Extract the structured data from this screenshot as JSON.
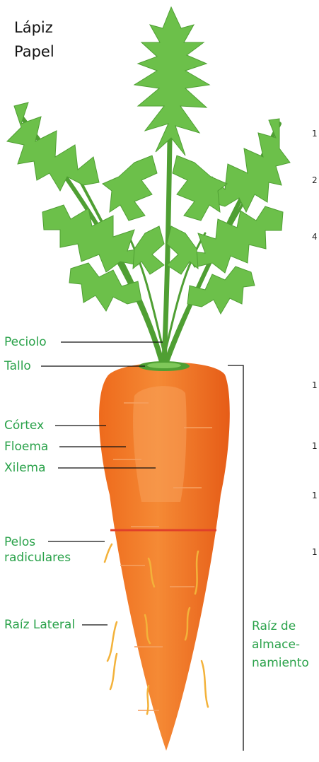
{
  "materials": {
    "items": [
      "Lápiz",
      "Papel"
    ]
  },
  "labels": {
    "peciolo": "Peciolo",
    "tallo": "Tallo",
    "cortex": "Córtex",
    "floema": "Floema",
    "xilema": "Xilema",
    "pelos": "Pelos\nradiculares",
    "raiz_lateral": "Raíz Lateral",
    "raiz_almacenamiento": "Raíz de\nalmace-\nnamiento"
  },
  "edge_marks": [
    "1",
    "2",
    "4",
    "1",
    "1",
    "1",
    "1"
  ],
  "colors": {
    "label_green": "#2aa24a",
    "foliage_green": "#5fb53c",
    "foliage_dark": "#3f8f2a",
    "carrot_orange": "#f07223",
    "carrot_light": "#f59a45",
    "carrot_red_line": "#e0402a",
    "root_hair": "#f3b23a"
  }
}
